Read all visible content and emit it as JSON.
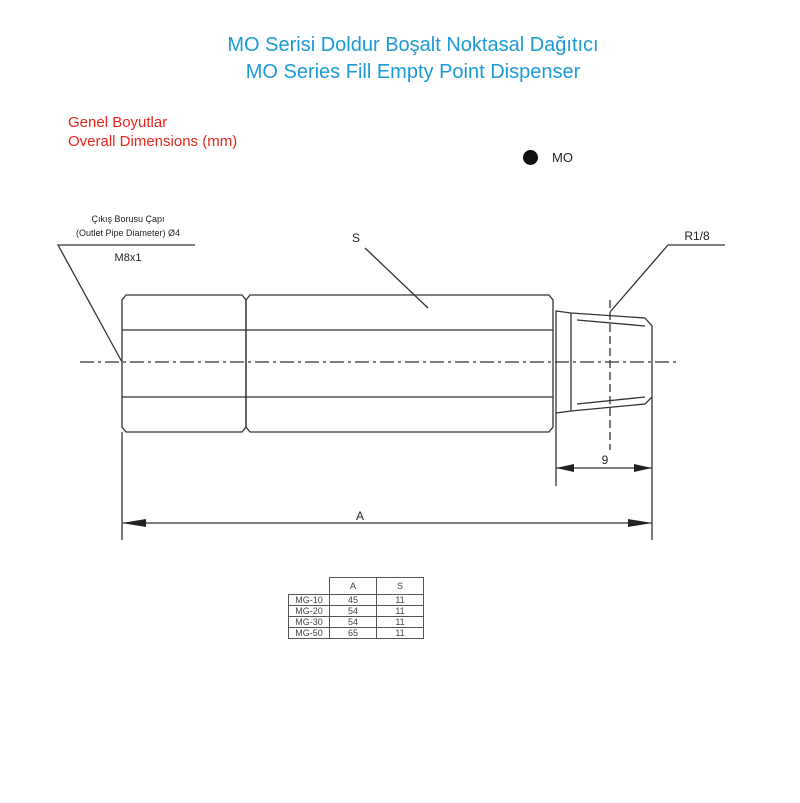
{
  "title": {
    "line1": "MO Serisi Doldur Boşalt Noktasal Dağıtıcı",
    "line2": "MO Series Fill Empty Point Dispenser"
  },
  "section": {
    "line1": "Genel Boyutlar",
    "line2": "Overall Dimensions (mm)"
  },
  "legend": {
    "label": "MO"
  },
  "drawing": {
    "outlet_label_tr": "Çıkış Borusu Çapı",
    "outlet_label_en": "(Outlet Pipe Diameter) Ø4",
    "thread_label": "M8x1",
    "hex_label": "S",
    "port_label": "R1/8",
    "thread_length": "9",
    "overall_length": "A"
  },
  "table": {
    "headers": [
      "A",
      "S"
    ],
    "rows": [
      {
        "model": "MG-10",
        "A": "45",
        "S": "11"
      },
      {
        "model": "MG-20",
        "A": "54",
        "S": "11"
      },
      {
        "model": "MG-30",
        "A": "54",
        "S": "11"
      },
      {
        "model": "MG-50",
        "A": "65",
        "S": "11"
      }
    ]
  },
  "colors": {
    "title": "#1c9ad8",
    "section": "#e8261d"
  }
}
